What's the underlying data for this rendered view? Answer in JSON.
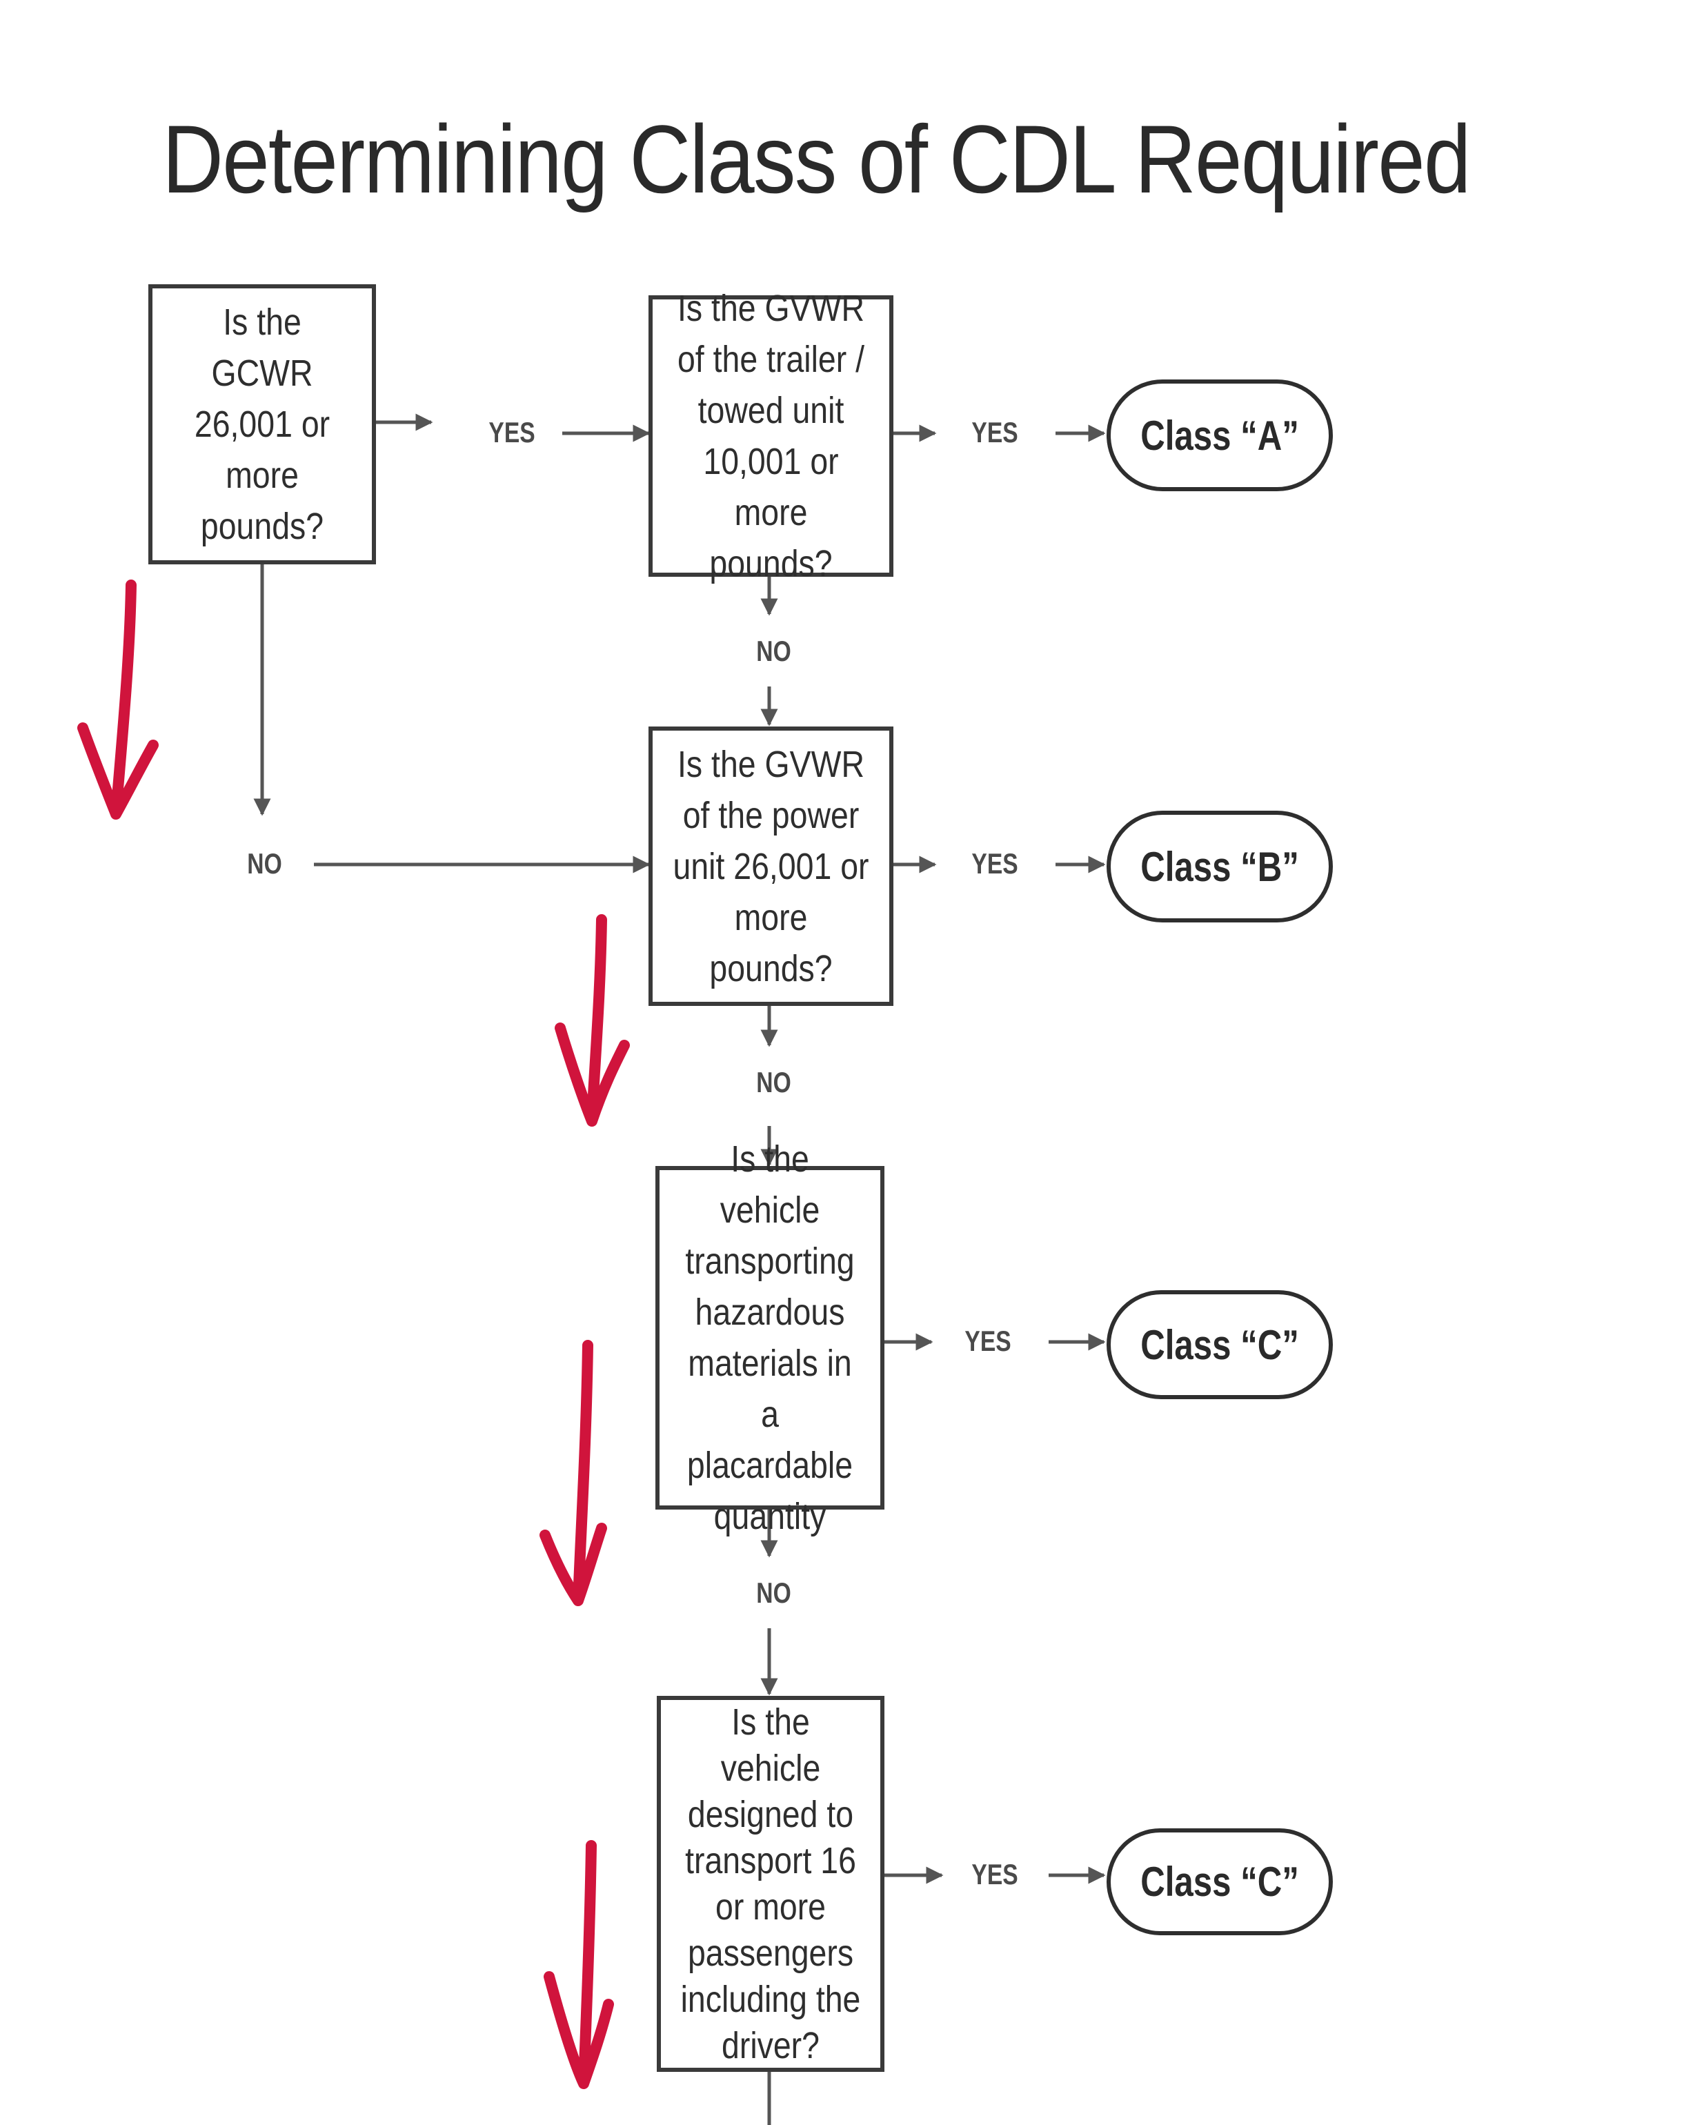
{
  "title": "Determining Class of CDL Required",
  "colors": {
    "line": "#555555",
    "box_border": "#3a3a3a",
    "annotation": "#d0143c"
  },
  "questions": {
    "gcwr": "Is the GCWR\n26,001 or\nmore\npounds?",
    "trailer_gvwr": "Is the GVWR\nof the trailer /\ntowed unit\n10,001 or\nmore pounds?",
    "power_unit_gvwr": "Is the GVWR\nof the power\nunit 26,001 or\nmore pounds?",
    "hazmat": "Is the vehicle\ntransporting\nhazardous\nmaterials in a\nplacardable\nquantity",
    "passengers": "Is the vehicle\ndesigned to\ntransport 16\nor more\npassengers\nincluding the\ndriver?"
  },
  "outcomes": {
    "class_a": "Class “A”",
    "class_b": "Class “B”",
    "class_c_hazmat": "Class “C”",
    "class_c_passengers": "Class “C”"
  },
  "labels": {
    "yes_1": "YES",
    "yes_2": "YES",
    "yes_3": "YES",
    "yes_4": "YES",
    "yes_5": "YES",
    "no_1": "NO",
    "no_2": "NO",
    "no_3": "NO",
    "no_4": "NO"
  }
}
